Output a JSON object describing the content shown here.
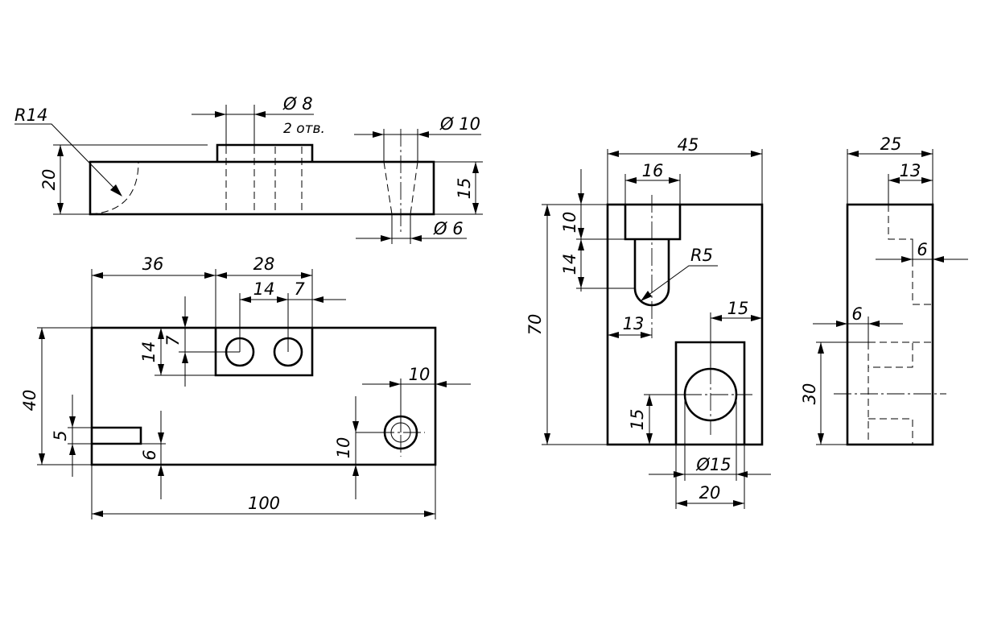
{
  "top_view": {
    "r14": "R14",
    "d8": "Ø 8",
    "two_holes": "2 отв.",
    "d10": "Ø 10",
    "d6": "Ø 6",
    "h20": "20",
    "h15": "15"
  },
  "front_view": {
    "w36": "36",
    "w28": "28",
    "w14": "14",
    "w7": "7",
    "v14": "14",
    "v7": "7",
    "d10": "10",
    "h40": "40",
    "h5": "5",
    "h6": "6",
    "h10": "10",
    "w100": "100"
  },
  "side_view": {
    "w45": "45",
    "w16": "16",
    "r5": "R5",
    "h10": "10",
    "h14": "14",
    "h70": "70",
    "w13": "13",
    "w15": "15",
    "h15": "15",
    "d15": "Ø15",
    "w20": "20"
  },
  "right_view": {
    "w25": "25",
    "w13": "13",
    "w6a": "6",
    "w6b": "6",
    "h30": "30"
  }
}
